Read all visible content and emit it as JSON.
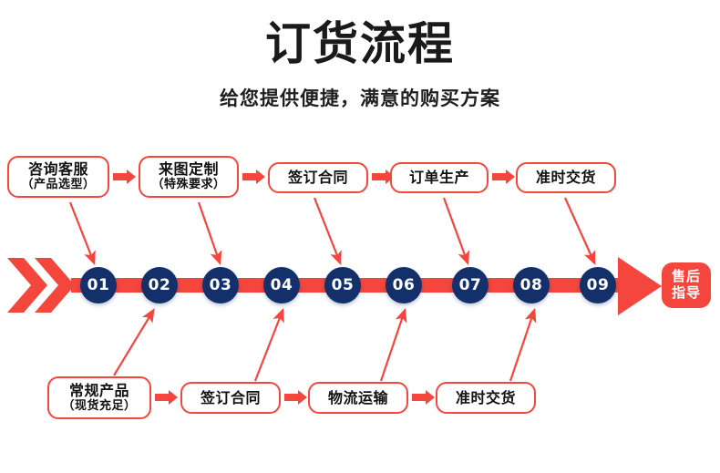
{
  "header": {
    "title": "订货流程",
    "subtitle": "给您提供便捷，满意的购买方案"
  },
  "colors": {
    "accent_red": "#f4463c",
    "node_navy": "#14306b",
    "text_dark": "#111111",
    "background": "#ffffff"
  },
  "top_row": {
    "boxes": [
      {
        "main": "咨询客服",
        "sub": "（产品选型）"
      },
      {
        "main": "来图定制",
        "sub": "（特殊要求）"
      },
      {
        "main": "签订合同",
        "sub": ""
      },
      {
        "main": "订单生产",
        "sub": ""
      },
      {
        "main": "准时交货",
        "sub": ""
      }
    ]
  },
  "bottom_row": {
    "boxes": [
      {
        "main": "常规产品",
        "sub": "（现货充足）"
      },
      {
        "main": "签订合同",
        "sub": ""
      },
      {
        "main": "物流运输",
        "sub": ""
      },
      {
        "main": "准时交货",
        "sub": ""
      }
    ]
  },
  "timeline": {
    "nodes": [
      "01",
      "02",
      "03",
      "04",
      "05",
      "06",
      "07",
      "08",
      "09"
    ],
    "end_badge": {
      "line1": "售后",
      "line2": "指导"
    }
  }
}
